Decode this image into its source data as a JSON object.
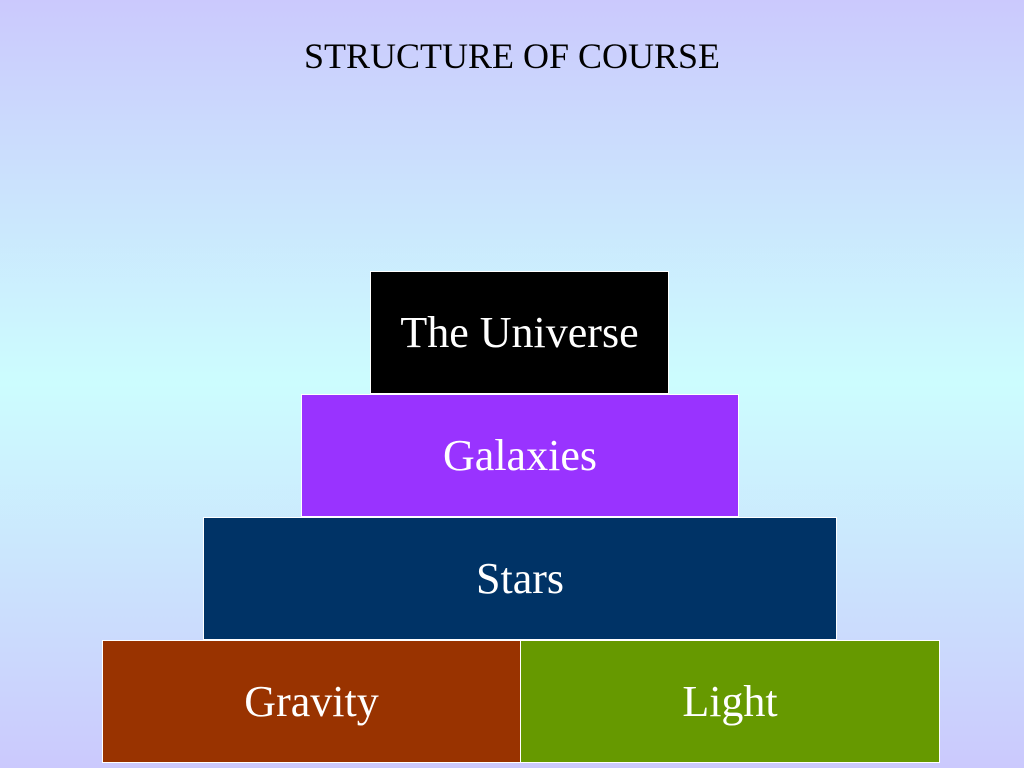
{
  "slide": {
    "title": "STRUCTURE OF COURSE"
  },
  "pyramid": {
    "universe": {
      "label": "The Universe",
      "color": "#000000"
    },
    "galaxies": {
      "label": "Galaxies",
      "color": "#9933ff"
    },
    "stars": {
      "label": "Stars",
      "color": "#003366"
    },
    "gravity": {
      "label": "Gravity",
      "color": "#993300"
    },
    "light": {
      "label": "Light",
      "color": "#669900"
    }
  }
}
